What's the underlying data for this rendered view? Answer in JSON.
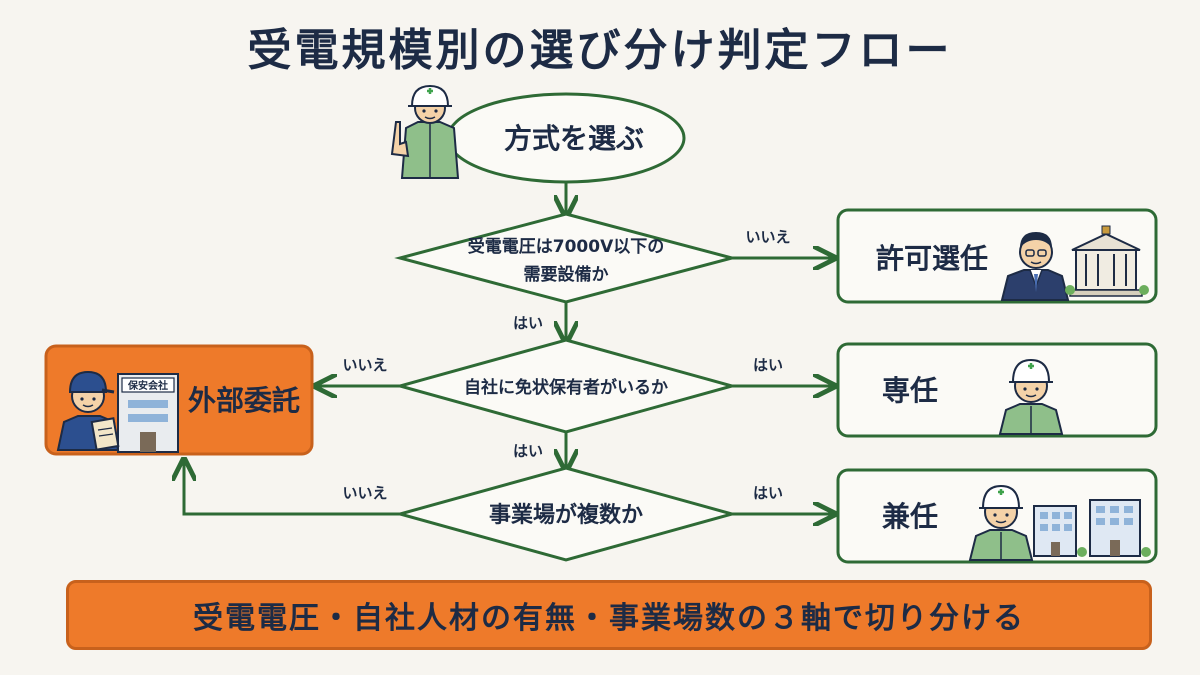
{
  "title": "受電規模別の選び分け判定フロー",
  "start": {
    "label": "方式を選ぶ"
  },
  "decisions": [
    {
      "line1": "受電電圧は7000V以下の",
      "line2": "需要設備か"
    },
    {
      "line1": "自社に免状保有者がいるか"
    },
    {
      "line1": "事業場が複数か"
    }
  ],
  "outcomes": {
    "permit": "許可選任",
    "dedicated": "専任",
    "concurrent": "兼任",
    "outsourced": "外部委託"
  },
  "branch_labels": {
    "yes": "はい",
    "no": "いいえ"
  },
  "building_sign": "保安会社",
  "summary": "受電電圧・自社人材の有無・事業場数の３軸で切り分ける",
  "colors": {
    "line": "#2e6a35",
    "navy": "#1d2b45",
    "orange": "#ee7a2a"
  },
  "icons": [
    "engineer-pointing-icon",
    "businessman-icon",
    "government-building-icon",
    "engineer-icon",
    "office-buildings-icon",
    "contractor-with-clipboard-icon",
    "security-company-building-icon"
  ]
}
